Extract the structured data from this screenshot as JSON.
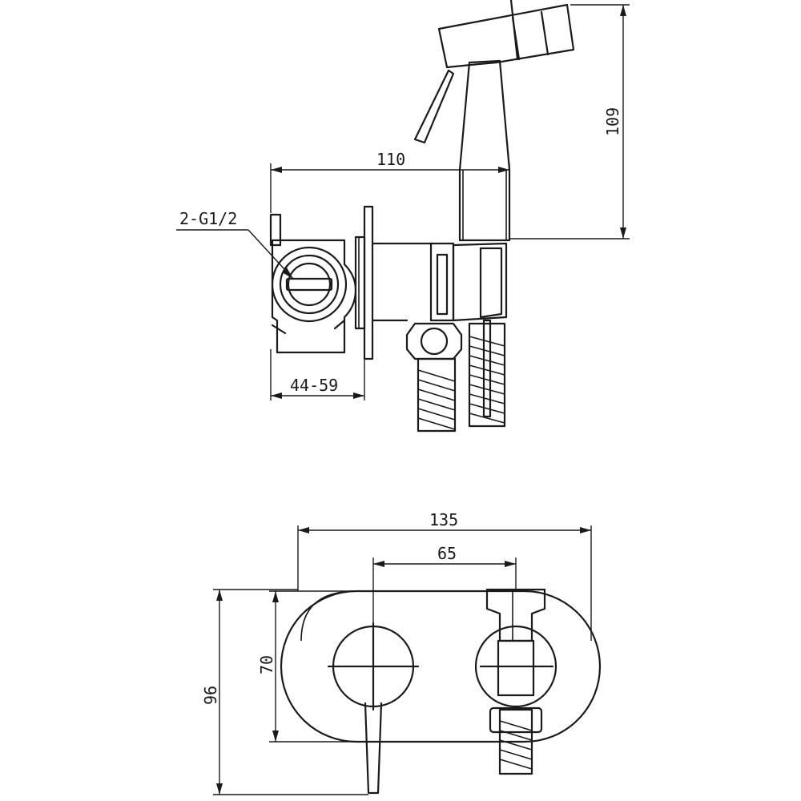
{
  "side_view": {
    "dim_width": "110",
    "dim_height": "109",
    "dim_wall": "44-59",
    "thread_label": "2-G1/2"
  },
  "front_view": {
    "dim_total_width": "135",
    "dim_center_distance": "65",
    "dim_plate_height": "70",
    "dim_total_height": "96"
  }
}
